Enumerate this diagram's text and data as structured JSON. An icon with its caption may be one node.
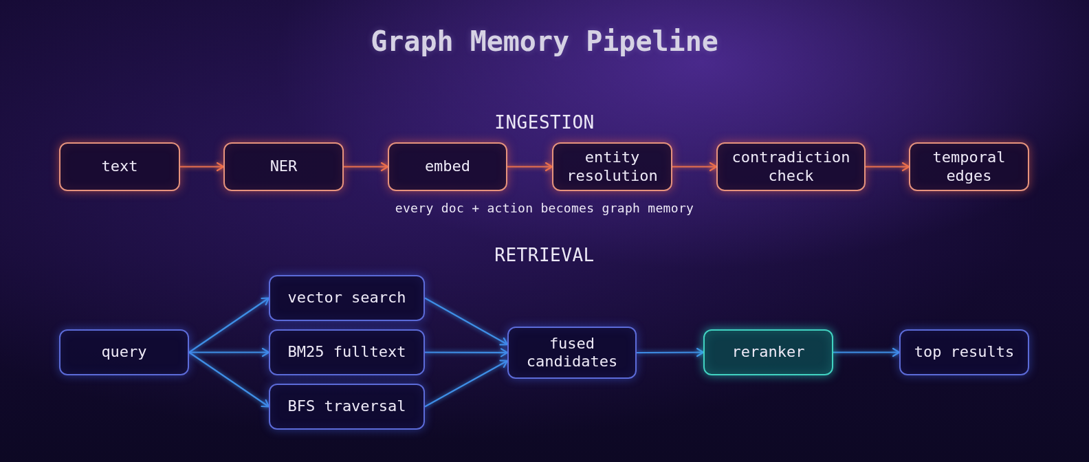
{
  "diagram": {
    "title": "Graph Memory Pipeline",
    "nodes": [
      {
        "text": [
          "text"
        ]
      },
      {
        "text": [
          "NER"
        ]
      },
      {
        "text": [
          "embed"
        ]
      },
      {
        "text": [
          "entity resolution"
        ]
      },
      {
        "text": [
          "contradiction check"
        ]
      },
      {
        "text": [
          "temporal edges"
        ]
      },
      {
        "text": [
          "query"
        ]
      },
      {
        "text": [
          "vector search"
        ]
      },
      {
        "text": [
          "BM25 fulltext"
        ]
      },
      {
        "text": [
          "BFS traversal"
        ]
      },
      {
        "text": [
          "fused candidates"
        ]
      },
      {
        "text": [
          "reranker"
        ]
      },
      {
        "text": [
          "top results"
        ]
      }
    ],
    "edges": [
      {
        "from": 0,
        "to": 1,
        "arrow": "to",
        "color": "#e8714e"
      },
      {
        "from": 1,
        "to": 2,
        "arrow": "to",
        "color": "#e8714e"
      },
      {
        "from": 2,
        "to": 3,
        "arrow": "to",
        "color": "#e8714e"
      },
      {
        "from": 3,
        "to": 4,
        "arrow": "to",
        "color": "#e8714e"
      },
      {
        "from": 4,
        "to": 5,
        "arrow": "to",
        "color": "#e8714e"
      },
      {
        "from": 6,
        "to": 7,
        "arrow": "to"
      },
      {
        "from": 6,
        "to": 8,
        "arrow": "to"
      },
      {
        "from": 6,
        "to": 9,
        "arrow": "to"
      },
      {
        "from": 7,
        "to": 10,
        "arrow": "to"
      },
      {
        "from": 8,
        "to": 10,
        "arrow": "to"
      },
      {
        "from": 9,
        "to": 10,
        "arrow": "to"
      },
      {
        "from": 10,
        "to": 11,
        "arrow": "to"
      },
      {
        "from": 11,
        "to": 12,
        "arrow": "to"
      }
    ],
    "labels": [
      "INGESTION",
      "every doc + action becomes graph memory",
      "RETRIEVAL"
    ]
  }
}
